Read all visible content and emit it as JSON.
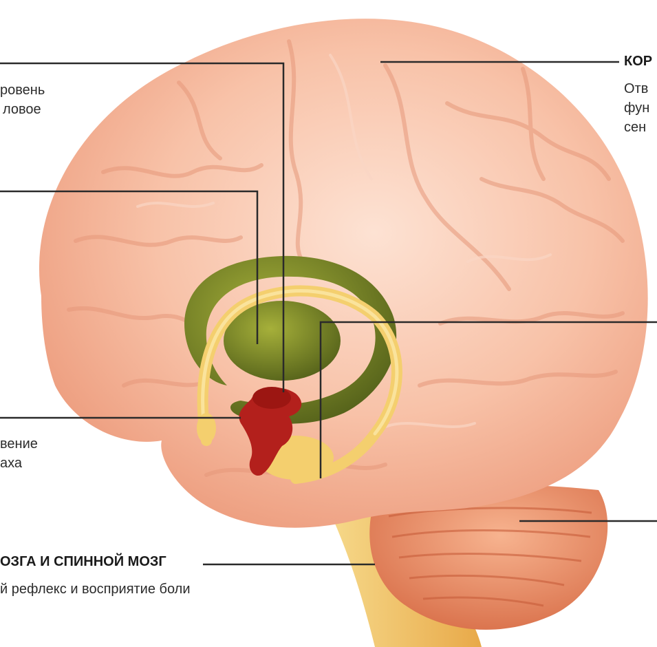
{
  "labels": {
    "top_left_line1": "ровень",
    "top_left_line2": " ловое",
    "middle_left_line1": "вение",
    "middle_left_line2": "аха",
    "bottom_heading": "ОЗГА И СПИННОЙ МОЗГ",
    "bottom_text": "й рефлекс и восприятие боли",
    "top_right_heading": "КОР",
    "top_right_line1": "Отв",
    "top_right_line2": "фун",
    "top_right_line3": "сен"
  },
  "colors": {
    "cortex": "#f6b59c",
    "limbic_green": "#7d8a1e",
    "fornix_yellow": "#f4cf6e",
    "amygdala_red": "#b3201c",
    "cerebellum": "#ec8f66",
    "brainstem": "#f3c56b",
    "leader_line": "#2a2a2a"
  }
}
